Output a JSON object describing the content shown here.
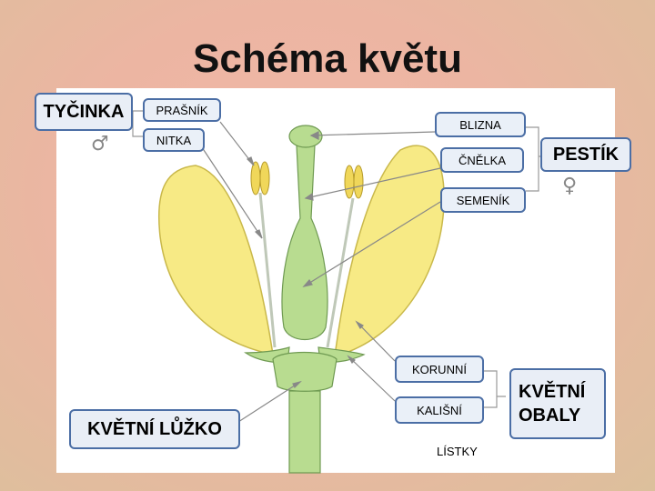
{
  "title": "Schéma květu",
  "labels": {
    "stamen": "TYČINKA",
    "anther": "PRAŠNÍK",
    "filament": "NITKA",
    "stigma": "BLIZNA",
    "style": "ČNĚLKA",
    "ovary": "SEMENÍK",
    "pistil": "PESTÍK",
    "corolla": "KORUNNÍ",
    "calyx": "KALIŠNÍ",
    "perianth_line1": "KVĚTNÍ",
    "perianth_line2": "OBALY",
    "receptacle": "KVĚTNÍ LŮŽKO",
    "leaves": "LÍSTKY"
  },
  "symbols": {
    "male": "♂",
    "female": "♀"
  },
  "colors": {
    "petal": "#f7ea85",
    "petal_stroke": "#c9b84a",
    "stem": "#b8dc90",
    "stem_stroke": "#6f9a52",
    "box_border": "#4b6ea5",
    "box_fill": "#eaf0f8"
  }
}
